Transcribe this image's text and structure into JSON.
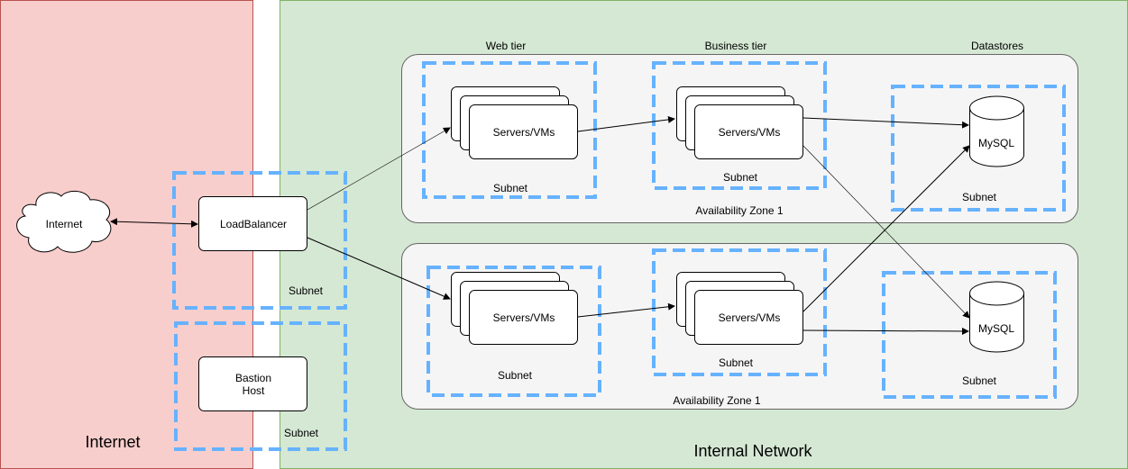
{
  "zones": {
    "internet": {
      "label": "Internet",
      "fill": "#f8cecc",
      "stroke": "#b85450"
    },
    "internal": {
      "label": "Internal Network",
      "fill": "#d5e8d4",
      "stroke": "#82b366"
    }
  },
  "tiers": {
    "web": "Web tier",
    "business": "Business tier",
    "datastores": "Datastores"
  },
  "az": {
    "top": "Availability Zone 1",
    "bottom": "Availability Zone 1"
  },
  "nodes": {
    "internet_cloud": "Internet",
    "load_balancer": "LoadBalancer",
    "bastion_line1": "Bastion",
    "bastion_line2": "Host",
    "servers_web_top": "Servers/VMs",
    "servers_biz_top": "Servers/VMs",
    "servers_web_bottom": "Servers/VMs",
    "servers_biz_bottom": "Servers/VMs",
    "mysql_top": "MySQL",
    "mysql_bottom": "MySQL"
  },
  "subnets": {
    "lb": "Subnet",
    "bastion": "Subnet",
    "web_top": "Subnet",
    "biz_top": "Subnet",
    "data_top": "Subnet",
    "web_bottom": "Subnet",
    "biz_bottom": "Subnet",
    "data_bottom": "Subnet"
  },
  "colors": {
    "subnet_border": "#66b2ff",
    "az_fill": "#f5f5f5",
    "az_stroke": "#666666"
  }
}
